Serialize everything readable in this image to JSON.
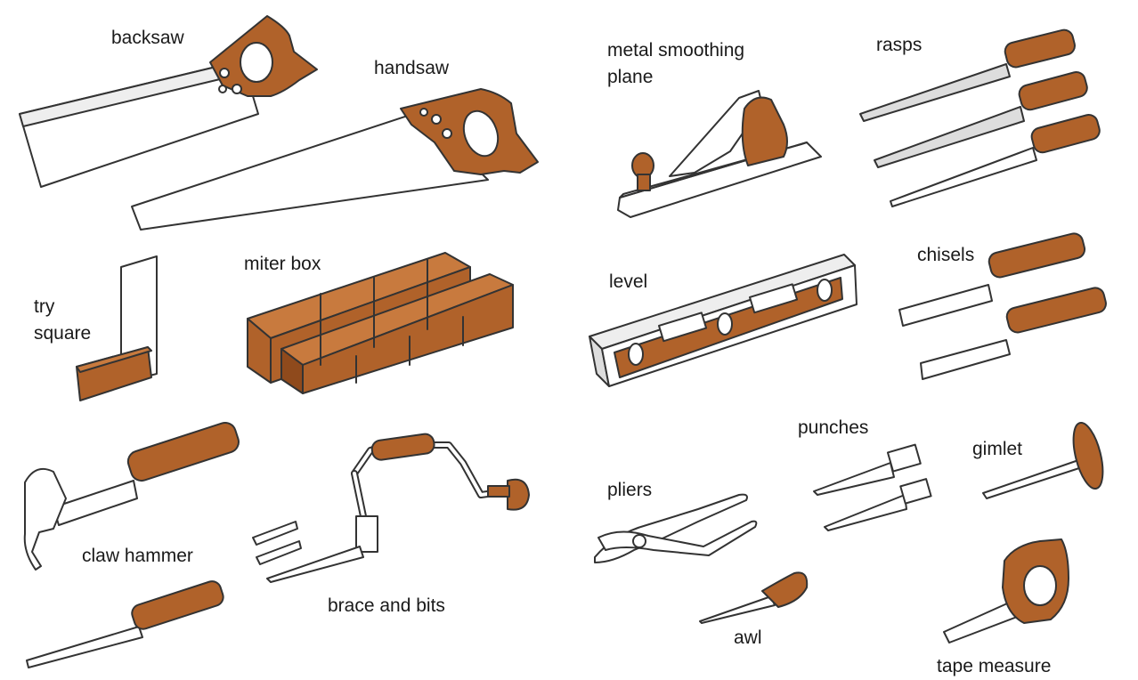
{
  "colors": {
    "wood": "#B0622A",
    "wood_dark": "#5a2e10",
    "metal": "#ffffff",
    "outline": "#333333",
    "text": "#1a1a1a"
  },
  "labels": {
    "backsaw": "backsaw",
    "handsaw": "handsaw",
    "metal_smoothing_plane_line1": "metal smoothing",
    "metal_smoothing_plane_line2": "plane",
    "rasps": "rasps",
    "try_square_line1": "try",
    "try_square_line2": "square",
    "miter_box": "miter box",
    "level": "level",
    "chisels": "chisels",
    "claw_hammer": "claw hammer",
    "brace_and_bits": "brace and bits",
    "pliers": "pliers",
    "punches": "punches",
    "gimlet": "gimlet",
    "awl": "awl",
    "tape_measure": "tape measure"
  },
  "icons": [
    "backsaw-icon",
    "handsaw-icon",
    "metal-smoothing-plane-icon",
    "rasps-icon",
    "try-square-icon",
    "miter-box-icon",
    "level-icon",
    "chisels-icon",
    "claw-hammer-icon",
    "brace-and-bits-icon",
    "pliers-icon",
    "punches-icon",
    "gimlet-icon",
    "awl-icon",
    "tape-measure-icon",
    "screwdriver-icon"
  ]
}
